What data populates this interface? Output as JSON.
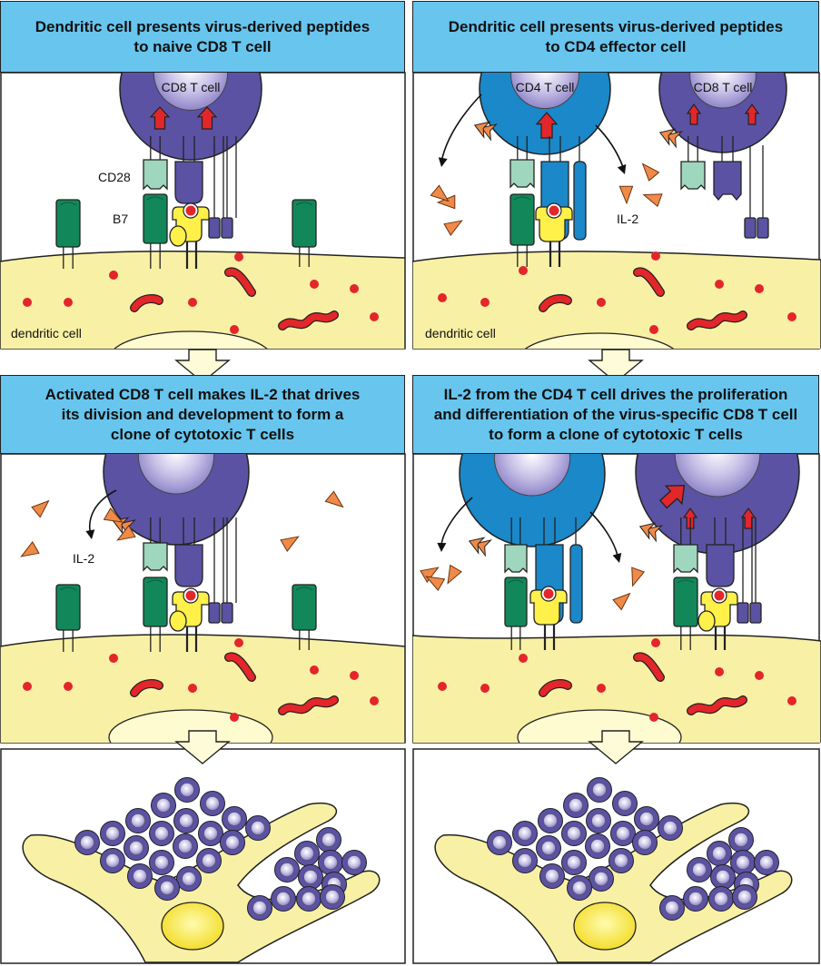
{
  "panels": [
    {
      "title_lines": [
        "Dendritic cell presents virus-derived peptides",
        "to naive CD8 T cell"
      ]
    },
    {
      "title_lines": [
        "Dendritic cell presents virus-derived peptides",
        "to CD4 effector cell"
      ]
    },
    {
      "title_lines": [
        "Activated CD8 T cell makes IL-2 that drives",
        "its division and development to form a",
        "clone of cytotoxic T cells"
      ]
    },
    {
      "title_lines": [
        "IL-2 from the CD4 T cell drives the proliferation",
        "and differentiation of the virus-specific CD8 T cell",
        "to form a clone of cytotoxic T cells"
      ]
    }
  ],
  "labels": {
    "cd8_t_cell": "CD8 T cell",
    "cd4_t_cell": "CD4 T cell",
    "cd28": "CD28",
    "b7": "B7",
    "il2": "IL-2",
    "dendritic_cell": "dendritic cell"
  },
  "colors": {
    "header_blue": "#67c5ee",
    "cd8_purple": "#5b52a3",
    "cd4_blue": "#1a88c9",
    "dendritic_yellow": "#f8f0a4",
    "b7_green": "#12875a",
    "cd28_mint": "#9fd6be",
    "il2_orange": "#f08a48",
    "peptide_red": "#e3262a",
    "mhc_yellow": "#fff04a",
    "arrow_fill": "#fdfbd8"
  },
  "icons": [
    "down-arrow-icon",
    "red-signal-arrow-icon",
    "il2-triangle-icon",
    "curved-secretion-arrow-icon"
  ]
}
